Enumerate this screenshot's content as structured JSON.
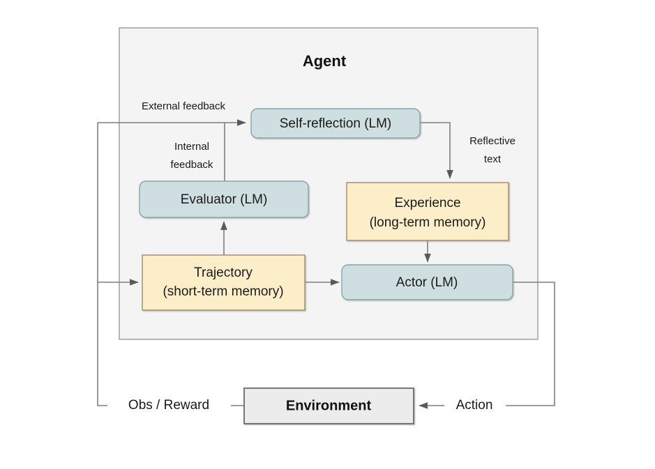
{
  "diagram": {
    "title": "Agent",
    "container": {
      "label": "Agent",
      "fill": "#f4f4f4",
      "stroke": "#999999"
    },
    "colors": {
      "lm_fill": "#cfdfe1",
      "lm_stroke": "#84a5aa",
      "memory_fill": "#fdeeca",
      "memory_stroke": "#9e8b63",
      "env_fill": "#ececec",
      "env_stroke": "#6b6b6b",
      "connector": "#7f7f7f",
      "text": "#1a1a1a"
    },
    "nodes": {
      "self_reflection": {
        "label": "Self-reflection (LM)",
        "kind": "lm",
        "shape": "rounded"
      },
      "evaluator": {
        "label": "Evaluator (LM)",
        "kind": "lm",
        "shape": "rounded"
      },
      "actor": {
        "label": "Actor (LM)",
        "kind": "lm",
        "shape": "rounded"
      },
      "experience": {
        "label_line1": "Experience",
        "label_line2": "(long-term memory)",
        "kind": "memory",
        "shape": "rect"
      },
      "trajectory": {
        "label_line1": "Trajectory",
        "label_line2": "(short-term memory)",
        "kind": "memory",
        "shape": "rect"
      },
      "environment": {
        "label": "Environment",
        "kind": "env",
        "shape": "rect"
      }
    },
    "edge_labels": {
      "external_feedback": "External feedback",
      "internal_feedback_line1": "Internal",
      "internal_feedback_line2": "feedback",
      "reflective_text_line1": "Reflective",
      "reflective_text_line2": "text",
      "obs_reward": "Obs / Reward",
      "action": "Action"
    }
  }
}
